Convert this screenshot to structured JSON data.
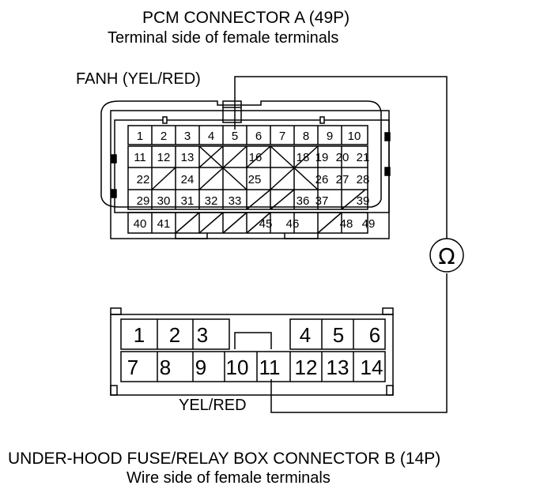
{
  "pcm": {
    "title": "PCM CONNECTOR A (49P)",
    "subtitle": "Terminal side of female terminals",
    "wire_label": "FANH (YEL/RED)",
    "row1": [
      "1",
      "2",
      "3",
      "4",
      "5",
      "6",
      "7",
      "8",
      "9",
      "10"
    ],
    "row2": [
      "11",
      "12",
      "13",
      "16",
      "18",
      "19",
      "20",
      "21"
    ],
    "row3": [
      "22",
      "24",
      "25",
      "26",
      "27",
      "28"
    ],
    "row4": [
      "29",
      "30",
      "31",
      "32",
      "33",
      "36",
      "37",
      "39"
    ],
    "row5": [
      "40",
      "41",
      "45",
      "46",
      "48",
      "49"
    ]
  },
  "meter": {
    "symbol": "Ω",
    "icon": "ohmmeter-icon"
  },
  "fuse_box": {
    "title": "UNDER-HOOD FUSE/RELAY BOX CONNECTOR B (14P)",
    "subtitle": "Wire side of female terminals",
    "wire_label": "YEL/RED",
    "top_row": [
      "1",
      "2",
      "3",
      "4",
      "5",
      "6"
    ],
    "bottom_row": [
      "7",
      "8",
      "9",
      "10",
      "11",
      "12",
      "13",
      "14"
    ]
  }
}
